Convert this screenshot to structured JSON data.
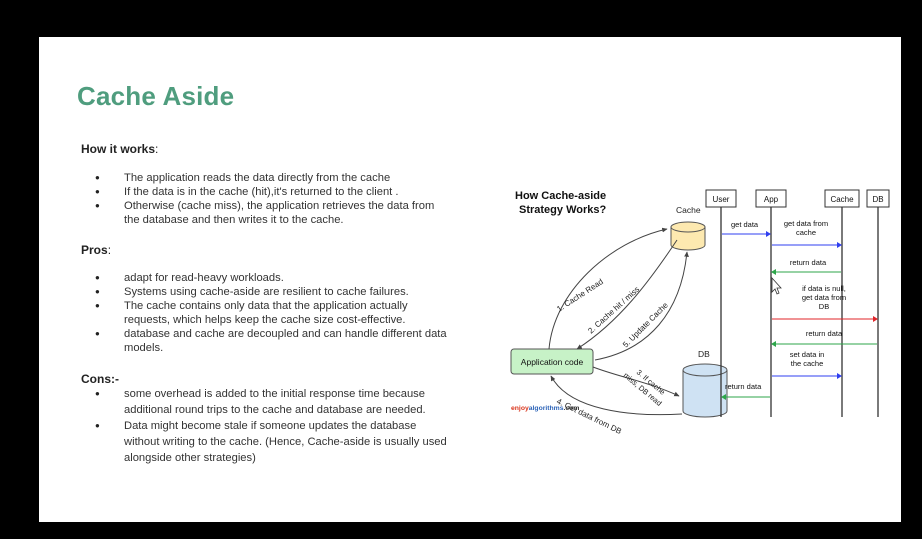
{
  "slide": {
    "title": "Cache Aside",
    "how": {
      "heading": "How it works",
      "items": [
        "The application reads the data directly from the cache",
        "If the data is in the cache (hit),it's returned to the client .",
        "Otherwise (cache miss), the application retrieves the data from the database and then writes it to the cache."
      ]
    },
    "pros": {
      "heading": "Pros",
      "items": [
        "adapt for read-heavy workloads.",
        "Systems using cache-aside are resilient to cache failures.",
        "The cache contains only data that the application actually requests, which helps keep the cache size cost-effective.",
        "database and cache are decoupled and can handle different data models."
      ]
    },
    "cons": {
      "heading": "Cons:-",
      "items": [
        "some overhead is added to the initial response time because additional round trips to the cache and database are needed.",
        "Data might become stale if someone updates the database without writing to the cache. (Hence, Cache-aside is usually used alongside other strategies)"
      ]
    },
    "colon": ":"
  },
  "diagram1": {
    "title_line1": "How Cache-aside",
    "title_line2": "Strategy Works?",
    "cache_label": "Cache",
    "db_label": "DB",
    "app_label": "Application code",
    "step1": "1. Cache Read",
    "step2": "2. Cache hit / miss",
    "step3_line1": "3. If cache",
    "step3_line2": "miss, DB read",
    "step4": "4. Get data from DB",
    "step5": "5. Update Cache",
    "brand_part1": "enjoy",
    "brand_part2": "algorithms",
    "brand_part3": ".com",
    "colors": {
      "app_fill": "#c7f2c7",
      "cache_fill": "#fde9b0",
      "db_fill": "#cfe2f3",
      "brand_red": "#d9351c",
      "brand_blue": "#2d64b8"
    }
  },
  "diagram2": {
    "actors": [
      "User",
      "App",
      "Cache",
      "DB"
    ],
    "messages": [
      "get data",
      "get data from cache",
      "return data",
      "if data is null, get data from DB",
      "return data",
      "set data in the cache",
      "return data"
    ],
    "colors": {
      "blue": "#2f3ff0",
      "green": "#2da64a",
      "red": "#e0252a"
    }
  }
}
